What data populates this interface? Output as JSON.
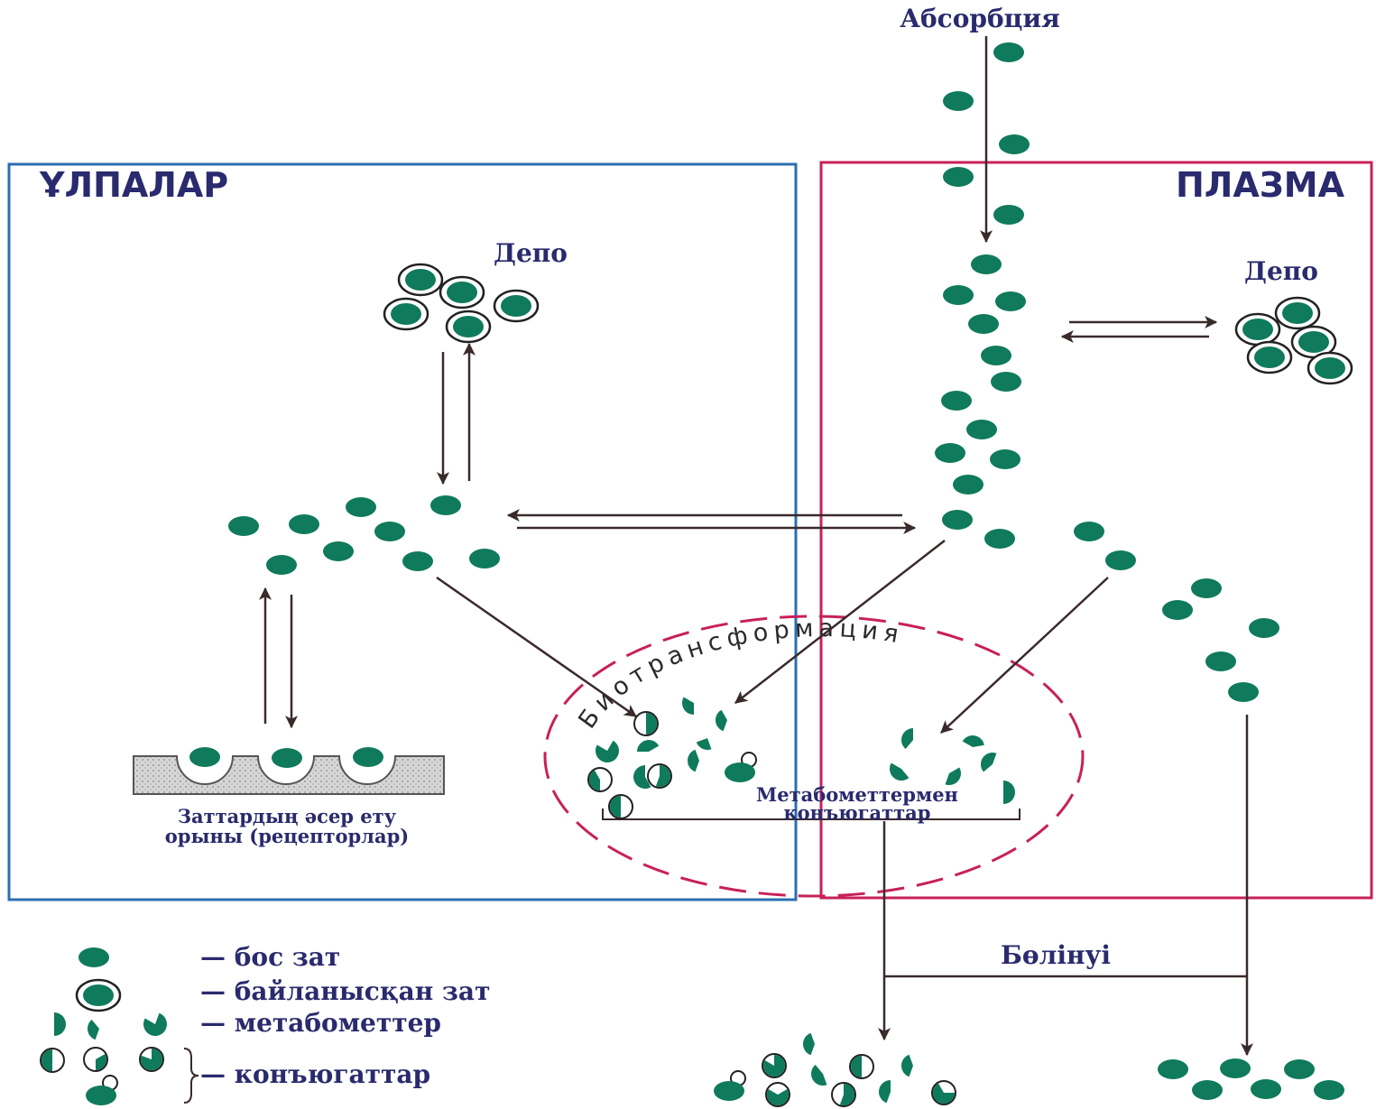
{
  "labels": {
    "absorption": "Абсорбция",
    "tissues": "ҰЛПАЛАР",
    "plasma": "ПЛАЗМА",
    "depot_tissue": "Депо",
    "depot_plasma": "Депо",
    "receptor_line1": "Заттардың әсер ету",
    "receptor_line2": "орыны (рецепторлар)",
    "biotransformation": "Биотрансформация",
    "metabolite_line1": "Метабометтермен",
    "metabolite_line2": "конъюгаттар",
    "excretion": "Бөлінуі"
  },
  "legend": {
    "free": "— бос зат",
    "bound": "— байланысқан зат",
    "metabolites": "— метабометтер",
    "conjugates": "— конъюгаттар"
  },
  "colors": {
    "molecule": "#0f7a5c",
    "tissue_box": "#2a6fb0",
    "plasma_box": "#c8205a",
    "bio_circle": "#c8205a",
    "arrow": "#3a2a2a",
    "text": "#2a2a6e"
  }
}
